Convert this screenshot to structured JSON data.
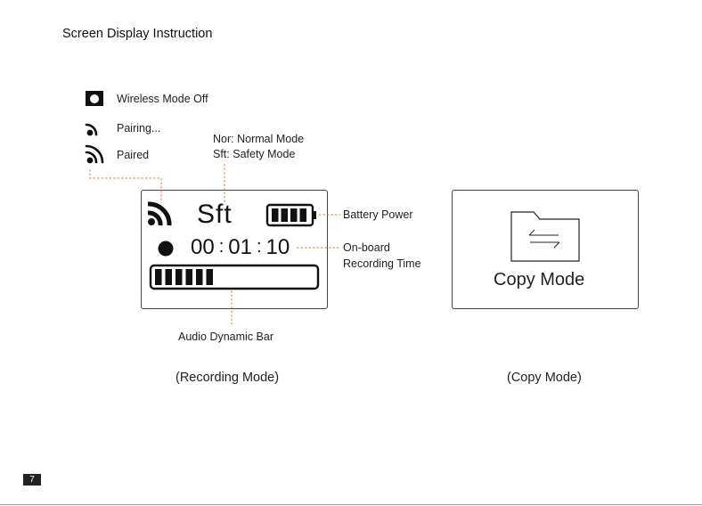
{
  "title": "Screen Display Instruction",
  "legend": [
    {
      "icon": "wireless-off-icon",
      "label": "Wireless Mode Off"
    },
    {
      "icon": "pairing-icon",
      "label": "Pairing..."
    },
    {
      "icon": "paired-icon",
      "label": "Paired"
    }
  ],
  "mode_note": {
    "line1": "Nor:  Normal Mode",
    "line2": "Sft:   Safety Mode"
  },
  "recording_screen": {
    "mode_text": "Sft",
    "time_h": "00",
    "time_m": "01",
    "time_s": "10",
    "colon": ":",
    "battery_level": 4,
    "audio_level": 6
  },
  "annotations": {
    "battery": "Battery Power",
    "onboard_line1": "On-board",
    "onboard_line2": "Recording Time",
    "audio_bar": "Audio Dynamic Bar"
  },
  "copy_screen": {
    "label": "Copy Mode"
  },
  "captions": {
    "recording": "(Recording Mode)",
    "copy": "(Copy Mode)"
  },
  "page_number": "7",
  "colors": {
    "leader": "#e8773a",
    "ink": "#111111"
  }
}
